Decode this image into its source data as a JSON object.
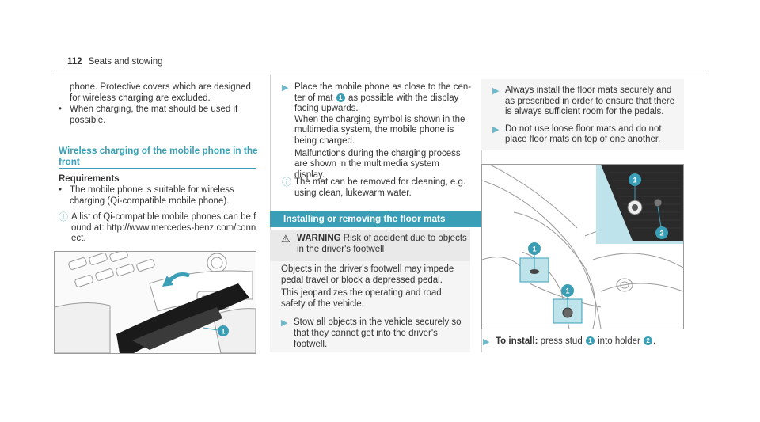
{
  "header": {
    "page_number": "112",
    "section": "Seats and stowing"
  },
  "col1": {
    "intro": "phone. Protective covers which are designed for wireless charging are excluded.",
    "bullet": "When charging, the mat should be used if possible.",
    "section_title_1": "Wireless charging of the mobile phone in the",
    "section_title_2": "front",
    "requirements_label": "Requirements",
    "req_bullet": "The mobile phone is suitable for wireless charging (Qi-compatible mobile phone).",
    "info": "A list of Qi-compatible mobile phones can be found at: http://www.mercedes-benz.com/connect.",
    "callout_1": "1"
  },
  "col2": {
    "step_1": "Place the mobile phone as close to the cen-",
    "step_2a": "ter of mat",
    "step_2b": "as possible with the display",
    "step_3": "facing upwards.",
    "step_4": "When the charging symbol is shown in the multimedia system, the mobile phone is being charged.",
    "step_5": "Malfunctions during the charging process are shown in the multimedia system display.",
    "info": "The mat can be removed for cleaning, e.g. using clean, lukewarm water.",
    "banner": "Installing or removing the floor mats",
    "warning_label": "WARNING",
    "warning_head": "Risk of accident due to objects in the driver's footwell",
    "warning_p1": "Objects in the driver's footwell may impede pedal travel or block a depressed pedal.",
    "warning_p2": "This jeopardizes the operating and road safety of the vehicle.",
    "warning_action": "Stow all objects in the vehicle securely so that they cannot get into the driver's footwell.",
    "callout_1": "1"
  },
  "col3": {
    "action_1": "Always install the floor mats securely and as prescribed in order to ensure that there is always sufficient room for the pedals.",
    "action_2": "Do not use loose floor mats and do not place floor mats on top of one another.",
    "install_label": "To install:",
    "install_text_a": "press stud",
    "install_text_b": "into holder",
    "install_text_c": ".",
    "callout_1": "1",
    "callout_2": "2"
  },
  "colors": {
    "accent": "#3a9fb6",
    "text": "#333333"
  }
}
